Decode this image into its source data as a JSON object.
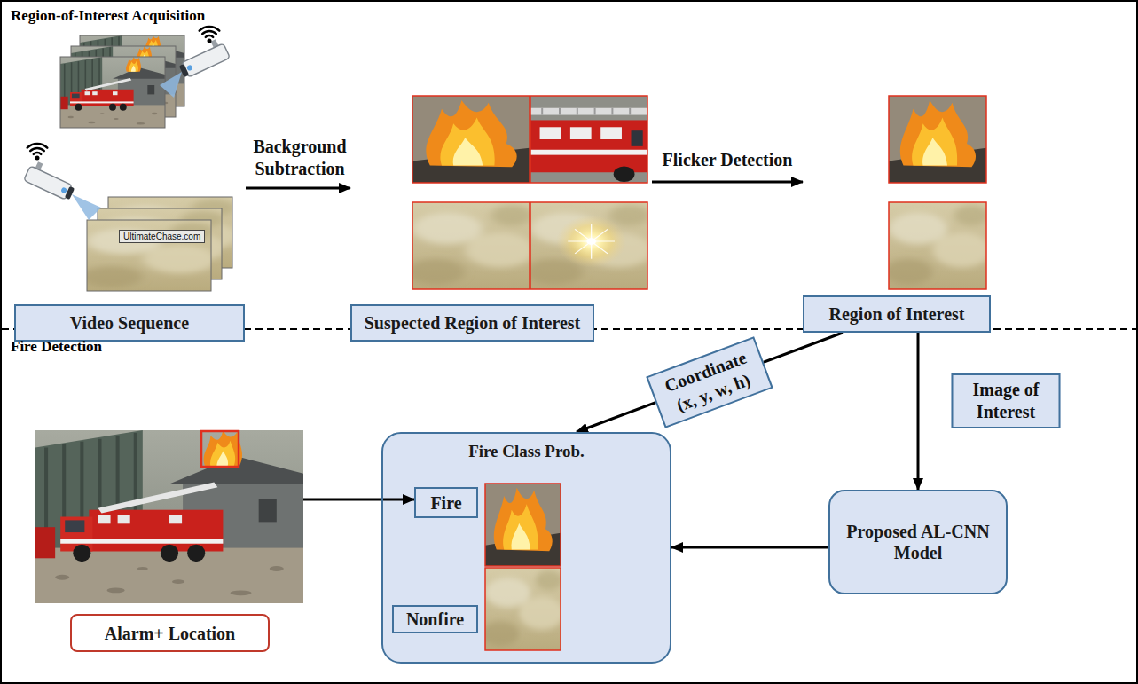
{
  "diagram": {
    "nodes": [
      {
        "text": [
          "Video Sequence"
        ]
      },
      {
        "text": [
          "Suspected Region of Interest"
        ]
      },
      {
        "text": [
          "Region of Interest"
        ]
      },
      {
        "text": [
          "Alarm+ Location"
        ]
      },
      {
        "text": [
          "Fire Class Prob."
        ]
      },
      {
        "text": [
          "Fire"
        ],
        "in": 4
      },
      {
        "text": [
          "Nonfire"
        ],
        "in": 4
      },
      {
        "text": [
          "Proposed AL-CNN Model"
        ]
      }
    ],
    "edges": [
      {
        "from": 0,
        "to": 1,
        "arrow": "to",
        "label": "Background Subtraction"
      },
      {
        "from": 1,
        "to": 2,
        "arrow": "to",
        "label": "Flicker Detection"
      },
      {
        "from": 2,
        "to": 7,
        "arrow": "to",
        "label": "Image of Interest"
      },
      {
        "from": 2,
        "to": 4,
        "arrow": "to",
        "label": "Coordinate (x, y, w, h)"
      },
      {
        "from": 7,
        "to": 4,
        "arrow": "to"
      },
      {
        "from": 3,
        "to": 5,
        "arrow": "to"
      }
    ],
    "labels": [
      "Region-of-Interest Acquisition",
      "Fire Detection",
      "UltimateChase.com"
    ]
  }
}
